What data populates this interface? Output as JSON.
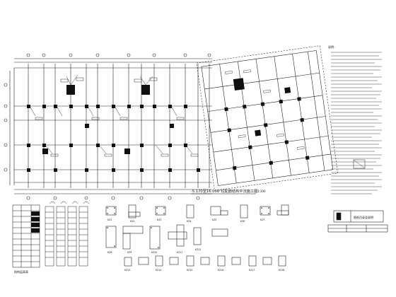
{
  "drawing": {
    "plan_title": "-5.170至16.000\"柱配筋结构平法施工图",
    "plan_scale": "1:100",
    "height_table_title": "结构层高表",
    "stamp_text": "图纸目录及说明",
    "notes_heading": "说明：",
    "section_labels": [
      "KZ1",
      "KZ2",
      "KZ3",
      "KZ4",
      "KZ5",
      "KZ6",
      "KZ7",
      "KZ8",
      "KZ9",
      "KZ10",
      "KZ11",
      "KZ12",
      "KZ13",
      "KZ14",
      "KZ15",
      "KZ16",
      "KZ17",
      "KZ18"
    ]
  }
}
